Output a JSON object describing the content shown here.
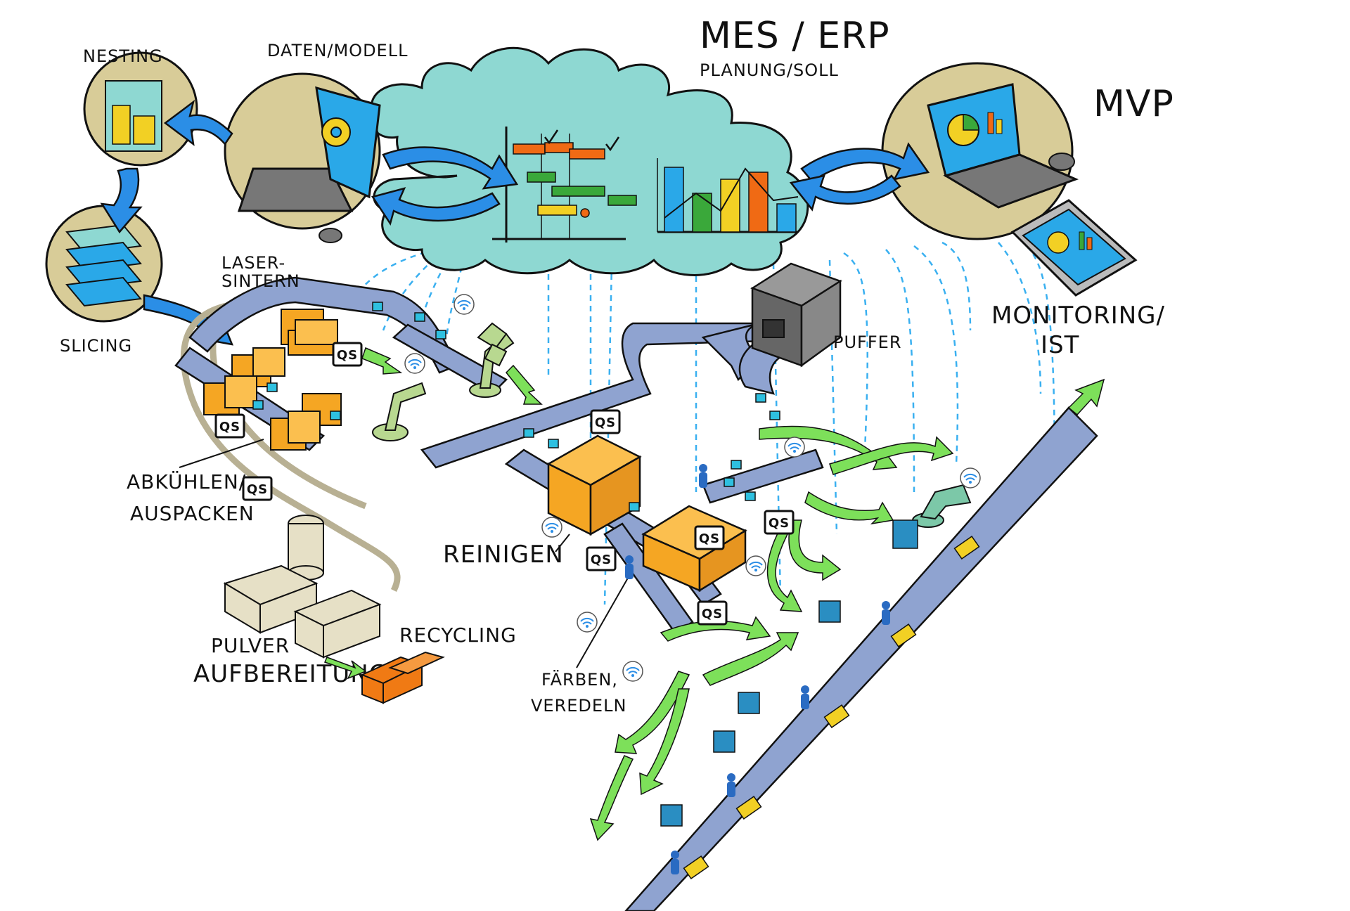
{
  "diagram": {
    "nodes": {
      "mes_erp": {
        "title": "MES / ERP",
        "subtitle": "PLANUNG/SOLL"
      },
      "daten_modell": {
        "label": "DATEN/MODELL"
      },
      "nesting": {
        "label": "NESTING"
      },
      "slicing": {
        "label": "SLICING"
      },
      "mvp": {
        "label": "MVP"
      },
      "monitoring": {
        "label_line1": "MONITORING/",
        "label_line2": "IST"
      },
      "laser_sintern": {
        "label_line1": "LASER-",
        "label_line2": "SINTERN"
      },
      "puffer": {
        "label": "PUFFER"
      },
      "abkuehlen": {
        "label_line1": "ABKÜHLEN/",
        "label_line2": "AUSPACKEN"
      },
      "reinigen": {
        "label": "REINIGEN"
      },
      "faerben": {
        "label_line1": "FÄRBEN,",
        "label_line2": "VEREDELN"
      },
      "pulver": {
        "label_line1": "PULVER",
        "label_line2": "AUFBEREITUNG"
      },
      "recycling": {
        "label": "RECYCLING"
      }
    },
    "qs_label": "QS",
    "colors": {
      "cloud": "#8ed8d2",
      "bubble": "#d8cc98",
      "conveyor": "#8fa3d0",
      "machine": "#f5a623",
      "flow_arrow": "#7de05a",
      "data_arrow": "#2b8ee6",
      "powder_unit": "#e6e0c6",
      "recycling_box": "#f07a14",
      "wifi_line": "#3ab0f0",
      "bar_blue": "#2aa8e8",
      "bar_green": "#3aa83a",
      "bar_yellow": "#f2d024",
      "bar_orange": "#f06a14"
    },
    "icons": [
      "laptop-icon",
      "tablet-icon",
      "gear-icon",
      "wifi-icon",
      "robot-arm-icon",
      "worker-icon",
      "gantt-chart-icon",
      "bar-chart-icon",
      "pie-chart-icon"
    ]
  }
}
